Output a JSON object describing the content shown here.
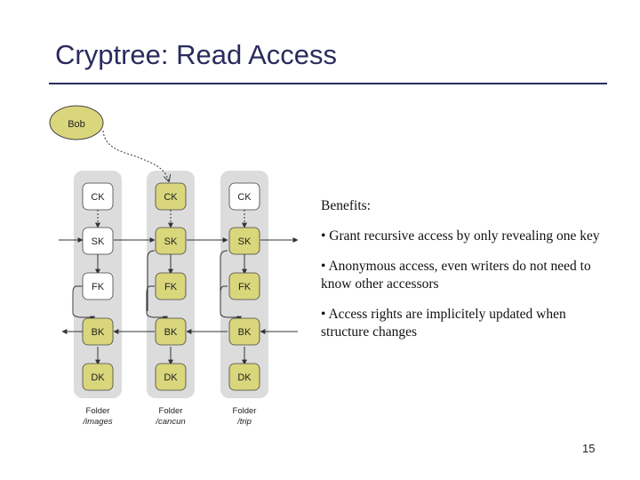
{
  "slide": {
    "title": "Cryptree: Read Access",
    "page_number": "15"
  },
  "diagram": {
    "actor": "Bob",
    "columns": [
      {
        "id": "images",
        "folder": "Folder",
        "path": "/images",
        "keys": [
          {
            "label": "CK",
            "highlight": false
          },
          {
            "label": "SK",
            "highlight": false
          },
          {
            "label": "FK",
            "highlight": false
          },
          {
            "label": "BK",
            "highlight": true
          },
          {
            "label": "DK",
            "highlight": true
          }
        ]
      },
      {
        "id": "cancun",
        "folder": "Folder",
        "path": "/cancun",
        "keys": [
          {
            "label": "CK",
            "highlight": true
          },
          {
            "label": "SK",
            "highlight": true
          },
          {
            "label": "FK",
            "highlight": true
          },
          {
            "label": "BK",
            "highlight": true
          },
          {
            "label": "DK",
            "highlight": true
          }
        ]
      },
      {
        "id": "trip",
        "folder": "Folder",
        "path": "/trip",
        "keys": [
          {
            "label": "CK",
            "highlight": false
          },
          {
            "label": "SK",
            "highlight": true
          },
          {
            "label": "FK",
            "highlight": true
          },
          {
            "label": "BK",
            "highlight": true
          },
          {
            "label": "DK",
            "highlight": true
          }
        ]
      }
    ],
    "colors": {
      "highlight_fill": "#d9d67c",
      "plain_fill": "#ffffff",
      "column_bg": "#dcdcdc",
      "node_border": "#444444",
      "bob_fill": "#d9d67c"
    }
  },
  "benefits": {
    "heading": "Benefits:",
    "items": [
      "• Grant recursive access by only revealing one key",
      "• Anonymous access, even writers do not need to know other accessors",
      "• Access rights are implicitely updated when structure changes"
    ]
  }
}
